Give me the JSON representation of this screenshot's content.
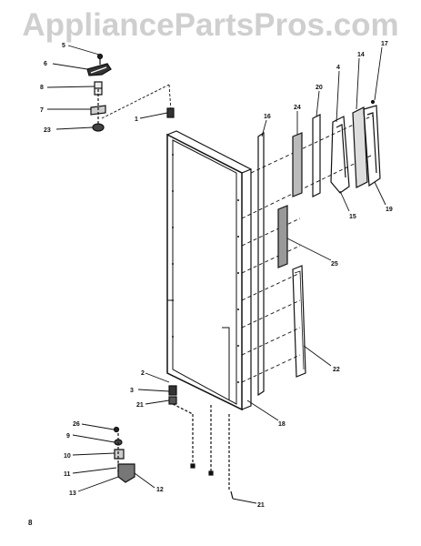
{
  "watermark": "AppliancePartsPros.com",
  "page_number": "8",
  "colors": {
    "line": "#111111",
    "watermark": "#cfcfcf"
  },
  "callouts": [
    {
      "id": "c5",
      "text": "5"
    },
    {
      "id": "c6",
      "text": "6"
    },
    {
      "id": "c8",
      "text": "8"
    },
    {
      "id": "c7",
      "text": "7"
    },
    {
      "id": "c23",
      "text": "23"
    },
    {
      "id": "c1",
      "text": "1"
    },
    {
      "id": "c16",
      "text": "16"
    },
    {
      "id": "c24",
      "text": "24"
    },
    {
      "id": "c20",
      "text": "20"
    },
    {
      "id": "c4",
      "text": "4"
    },
    {
      "id": "c14",
      "text": "14"
    },
    {
      "id": "c17",
      "text": "17"
    },
    {
      "id": "c15",
      "text": "15"
    },
    {
      "id": "c19",
      "text": "19"
    },
    {
      "id": "c25",
      "text": "25"
    },
    {
      "id": "c22",
      "text": "22"
    },
    {
      "id": "c2",
      "text": "2"
    },
    {
      "id": "c3",
      "text": "3"
    },
    {
      "id": "c21a",
      "text": "21"
    },
    {
      "id": "c18",
      "text": "18"
    },
    {
      "id": "c26",
      "text": "26"
    },
    {
      "id": "c9",
      "text": "9"
    },
    {
      "id": "c10",
      "text": "10"
    },
    {
      "id": "c11",
      "text": "11"
    },
    {
      "id": "c12",
      "text": "12"
    },
    {
      "id": "c13",
      "text": "13"
    },
    {
      "id": "c21b",
      "text": "21"
    }
  ]
}
